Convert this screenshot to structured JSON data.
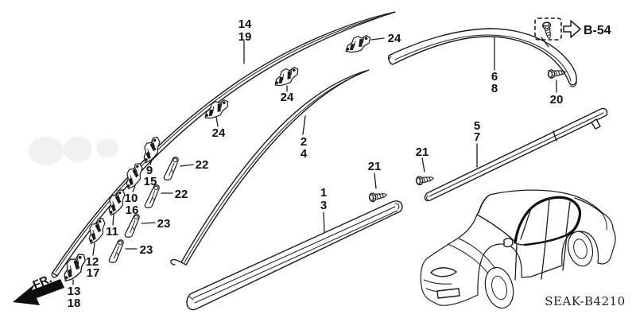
{
  "colors": {
    "line": "#1c1c1c",
    "background": "#ffffff"
  },
  "callouts": [
    {
      "text": "14"
    },
    {
      "text": "19"
    },
    {
      "text": "24"
    },
    {
      "text": "24"
    },
    {
      "text": "24"
    },
    {
      "text": "2"
    },
    {
      "text": "4"
    },
    {
      "text": "6"
    },
    {
      "text": "8"
    },
    {
      "text": "20"
    },
    {
      "text": "5"
    },
    {
      "text": "7"
    },
    {
      "text": "21"
    },
    {
      "text": "21"
    },
    {
      "text": "1"
    },
    {
      "text": "3"
    },
    {
      "text": "9"
    },
    {
      "text": "15"
    },
    {
      "text": "22"
    },
    {
      "text": "10"
    },
    {
      "text": "16"
    },
    {
      "text": "22"
    },
    {
      "text": "11"
    },
    {
      "text": "23"
    },
    {
      "text": "12"
    },
    {
      "text": "17"
    },
    {
      "text": "23"
    },
    {
      "text": "13"
    },
    {
      "text": "18"
    }
  ],
  "reference": {
    "label": "B-54"
  },
  "direction": {
    "label": "FR."
  },
  "code": {
    "label": "SEAK-B4210"
  }
}
